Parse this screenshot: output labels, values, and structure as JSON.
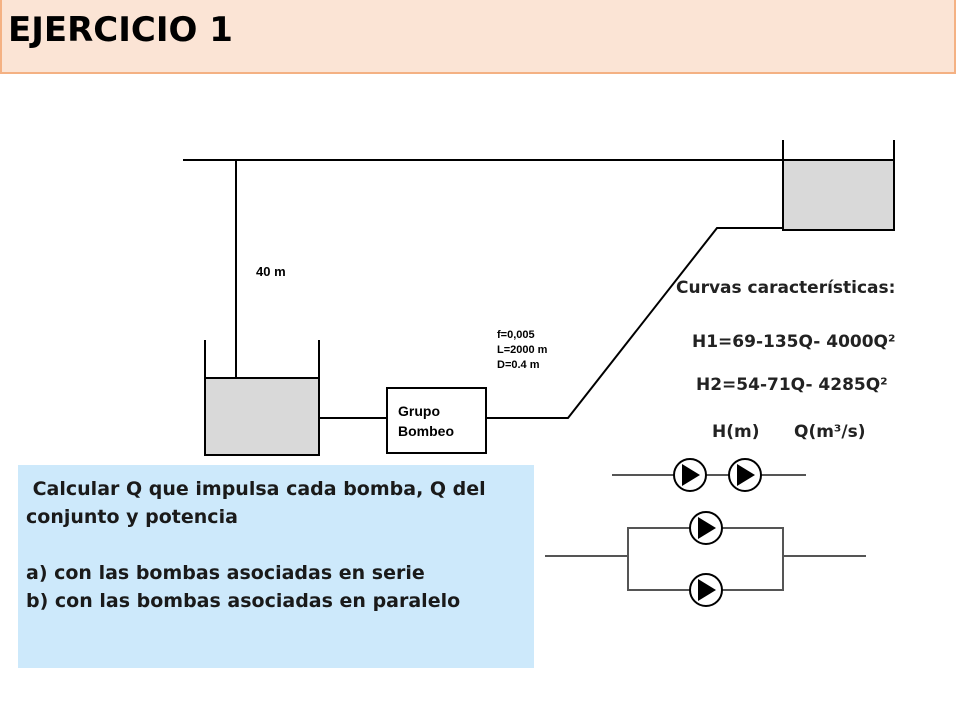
{
  "title": "EJERCICIO 1",
  "diagram": {
    "height_label": "40 m",
    "pipe_params": [
      "f=0,005",
      "L=2000 m",
      "D=0.4 m"
    ],
    "pump_label_line1": "Grupo",
    "pump_label_line2": "Bombeo"
  },
  "curves": {
    "heading": "Curvas características:",
    "h1": "H1=69-135Q- 4000Q²",
    "h2": "H2=54-71Q- 4285Q²",
    "unit_h": "H(m)",
    "unit_q": "Q(m³/s)"
  },
  "task": {
    "line1": " Calcular Q que impulsa cada bomba, Q del",
    "line2": "conjunto y potencia",
    "item_a": "a) con las bombas asociadas en serie",
    "item_b": "b) con las bombas asociadas en paralelo"
  },
  "colors": {
    "title_bg": "#fbe4d5",
    "title_border": "#f4b183",
    "task_bg": "#cde9fb",
    "tank_water": "#d9d9d9"
  }
}
